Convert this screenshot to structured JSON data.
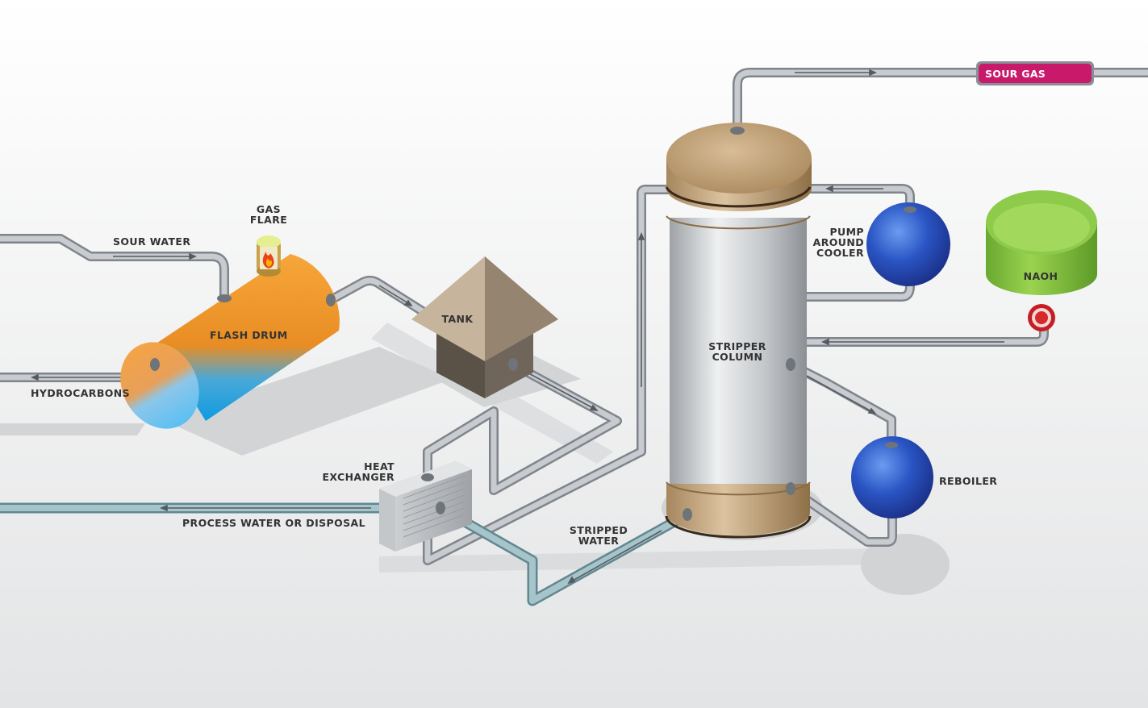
{
  "labels": {
    "sour_gas": "SOUR GAS",
    "sour_water": "SOUR WATER",
    "gas_flare_1": "GAS",
    "gas_flare_2": "FLARE",
    "flash_drum": "FLASH DRUM",
    "hydrocarbons": "HYDROCARBONS",
    "tank": "TANK",
    "heat_exchanger_1": "HEAT",
    "heat_exchanger_2": "EXCHANGER",
    "process_water": "PROCESS WATER OR DISPOSAL",
    "stripped_water_1": "STRIPPED",
    "stripped_water_2": "WATER",
    "stripper_column_1": "STRIPPER",
    "stripper_column_2": "COLUMN",
    "pump_around_1": "PUMP",
    "pump_around_2": "AROUND",
    "pump_around_3": "COOLER",
    "naoh": "NAOH",
    "reboiler": "REBOILER"
  },
  "colors": {
    "pipe": "#b9bec4",
    "water_pipe": "#8fb3ba",
    "flash_drum_top": "#f19a2a",
    "flash_drum_liquid": "#1ba9e6",
    "sour_gas_tag": "#c8196b",
    "column_shell": "#c7c9cc",
    "column_cap": "#c7aa84",
    "sphere": "#2a52b8",
    "naoh_tank": "#86c440",
    "valve": "#d42a2a"
  }
}
